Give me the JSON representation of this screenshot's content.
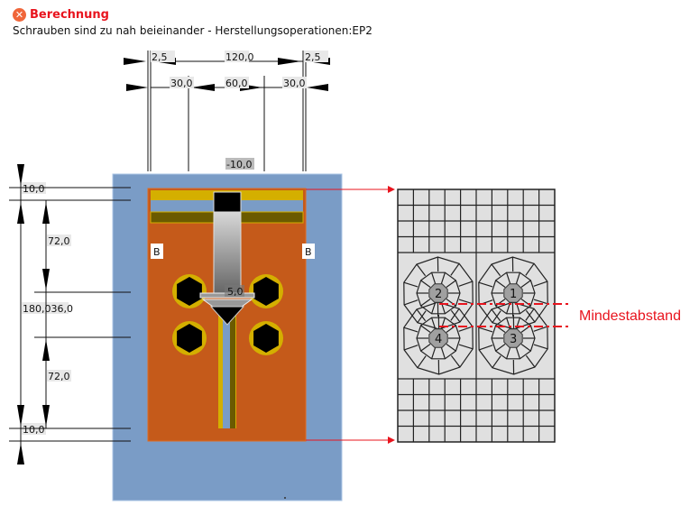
{
  "header": {
    "icon": "error-circle-icon",
    "title": "Berechnung",
    "message": "Schrauben sind zu nah beieinander - Herstellungsoperationen:EP2"
  },
  "dimensions": {
    "top_row1": [
      "2,5",
      "120,0",
      "2,5"
    ],
    "top_row2": [
      "30,0",
      "60,0",
      "30,0"
    ],
    "offset": "-10,0",
    "left": [
      "10,0",
      "72,0",
      "180,036,0",
      "72,0",
      "10,0"
    ],
    "weld": "5,0"
  },
  "labels": {
    "b_left": "B",
    "b_right": "B"
  },
  "mesh": {
    "bolts": [
      "1",
      "2",
      "3",
      "4"
    ],
    "annotation": "Mindestabstand"
  },
  "colors": {
    "plate": "#7a9cc6",
    "endplate": "#c55a1a",
    "flange": "#d4af00",
    "accent": "#e8141e"
  }
}
